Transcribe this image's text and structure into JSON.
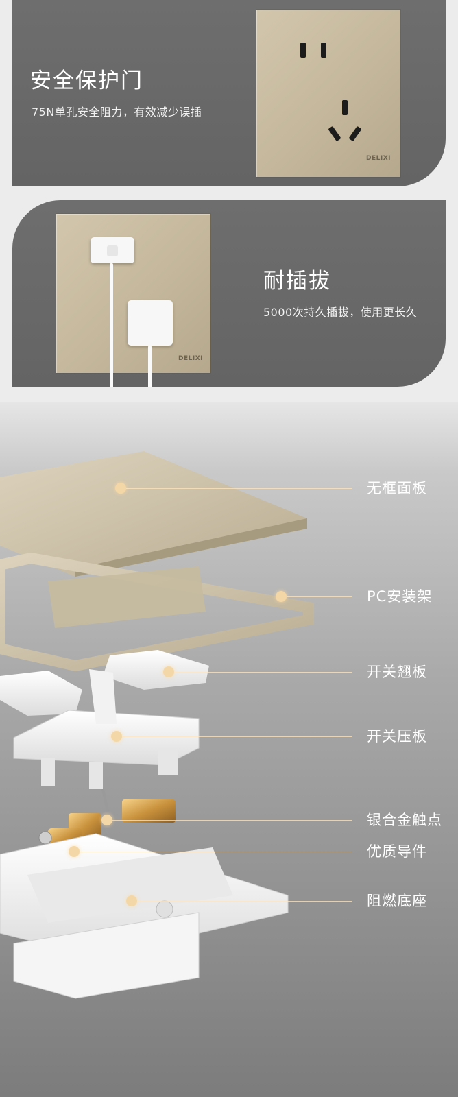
{
  "features": [
    {
      "title": "安全保护门",
      "subtitle": "75N单孔安全阻力，有效减少误插"
    },
    {
      "title": "耐插拔",
      "subtitle": "5000次持久插拔，使用更长久"
    }
  ],
  "brand": {
    "logo": "DELIXI"
  },
  "parts": [
    "无框面板",
    "PC安装架",
    "开关翘板",
    "开关压板",
    "银合金触点",
    "优质导件",
    "阻燃底座"
  ],
  "colors": {
    "card_bg": "#6a6a6a",
    "panel_gold": "#c9bda2",
    "accent_dot": "#f4d7a6"
  }
}
